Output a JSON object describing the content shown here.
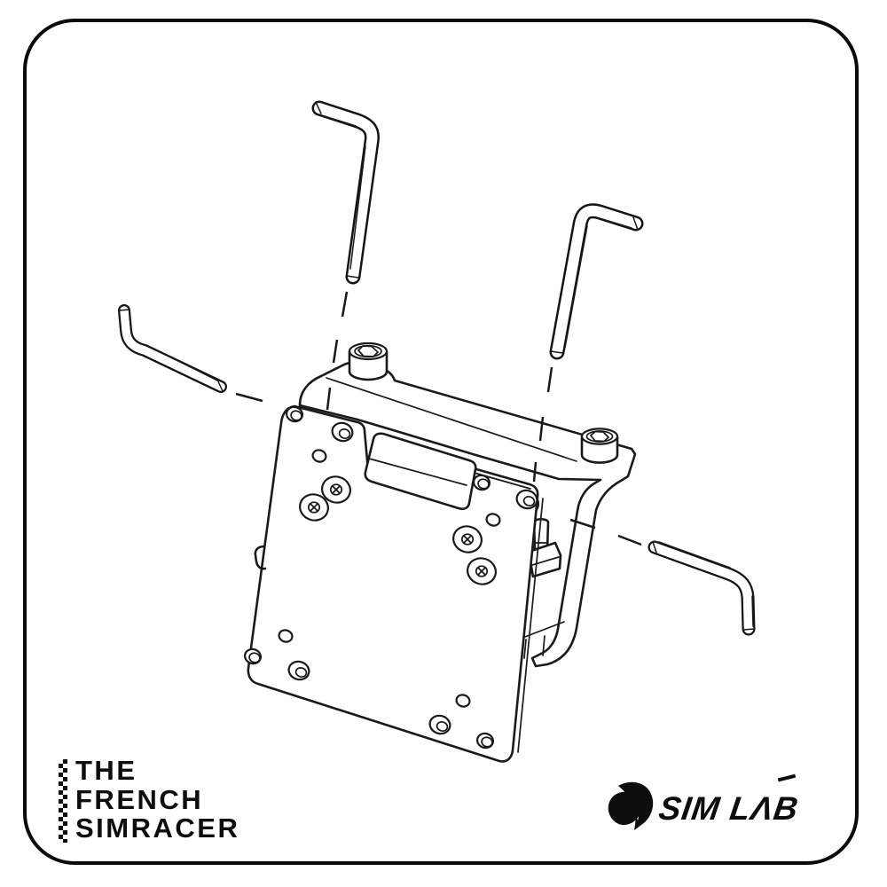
{
  "page": {
    "background": "#ffffff",
    "frame_border_color": "#0a0a0a",
    "drawing_line_color": "#1a1a1a"
  },
  "branding": {
    "left_logo": {
      "lines": [
        "THE",
        "FRENCH",
        "SIMRACER"
      ],
      "decoration": "checkered-strip",
      "color": "#0d0d0d"
    },
    "right_logo": {
      "text": "SIM LΛB",
      "icon": "sim-lab-swoosh-icon",
      "color": "#0d0d0d"
    }
  },
  "diagram": {
    "kind": "exploded-assembly-line-drawing",
    "parts": [
      {
        "name": "rear-mount-bracket"
      },
      {
        "name": "vesa-adapter-plate"
      },
      {
        "name": "hinge-handle"
      },
      {
        "name": "socket-head-screw-left"
      },
      {
        "name": "socket-head-screw-right"
      },
      {
        "name": "hex-key-top"
      },
      {
        "name": "hex-key-right"
      },
      {
        "name": "hex-key-left"
      },
      {
        "name": "hex-key-bottom-right"
      },
      {
        "name": "alignment-dashed-lines"
      }
    ]
  }
}
